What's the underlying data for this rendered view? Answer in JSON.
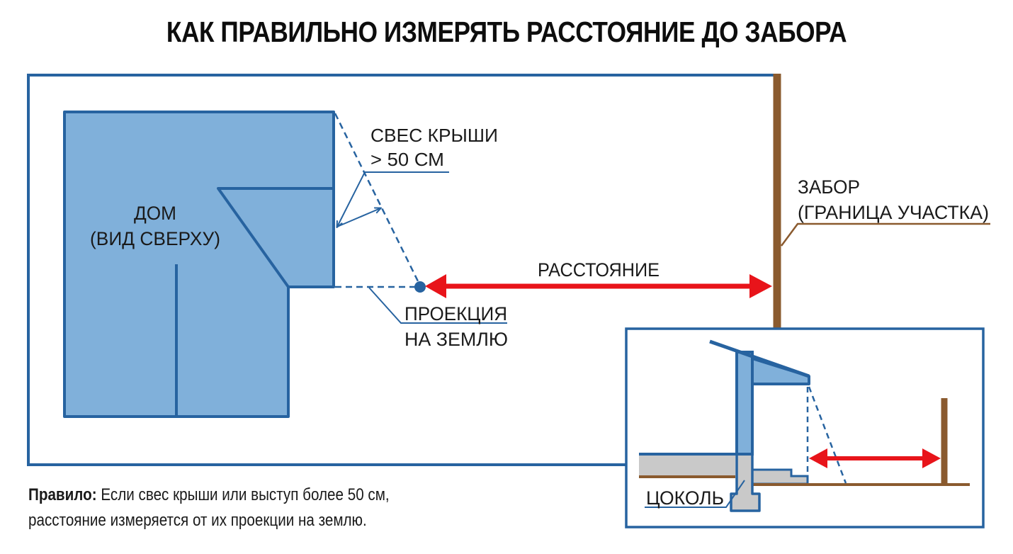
{
  "title": "КАК ПРАВИЛЬНО ИЗМЕРЯТЬ РАССТОЯНИЕ ДО ЗАБОРА",
  "plan_view": {
    "house_label_line1": "ДОМ",
    "house_label_line2": "(ВИД СВЕРХУ)",
    "overhang_label_line1": "СВЕС КРЫШИ",
    "overhang_label_line2": "> 50 СМ",
    "projection_label_line1": "ПРОЕКЦИЯ",
    "projection_label_line2": "НА ЗЕМЛЮ",
    "distance_label": "РАССТОЯНИЕ",
    "fence_label_line1": "ЗАБОР",
    "fence_label_line2": "(ГРАНИЦА УЧАСТКА)"
  },
  "section_view": {
    "plinth_label": "ЦОКОЛЬ"
  },
  "rule": {
    "prefix": "Правило:",
    "line1": " Если свес крыши или выступ более 50 см,",
    "line2": "расстояние измеряется от их проекции на землю."
  },
  "colors": {
    "house_fill": "#80b0da",
    "outline_blue": "#2763a0",
    "arrow_red": "#e8141a",
    "fence_brown": "#8a5a2e",
    "concrete_gray": "#c9c9c9"
  }
}
